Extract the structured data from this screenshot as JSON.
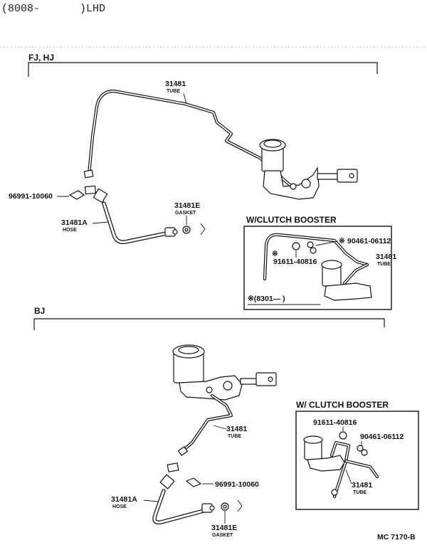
{
  "header": {
    "code": "(8008-",
    "spec": ")LHD"
  },
  "section_fj": {
    "title": "FJ, HJ",
    "tube": {
      "pn": "31481",
      "sub": "TUBE"
    },
    "clip": {
      "pn": "96991-10060"
    },
    "hose": {
      "pn": "31481A",
      "sub": "HOSE"
    },
    "gasket": {
      "pn": "31481E",
      "sub": "GASKET"
    }
  },
  "booster_box_1": {
    "title": "W/CLUTCH BOOSTER",
    "nut": {
      "pn": "90461-06112",
      "mark": "※"
    },
    "washer": {
      "pn": "91611-40816",
      "mark": "※"
    },
    "tube": {
      "pn": "31481",
      "sub": "TUBE"
    },
    "note": "※(8301—     )"
  },
  "section_bj": {
    "title": "BJ",
    "tube": {
      "pn": "31481",
      "sub": "TUBE"
    },
    "clip": {
      "pn": "96991-10060"
    },
    "hose": {
      "pn": "31481A",
      "sub": "HOSE"
    },
    "gasket": {
      "pn": "31481E",
      "sub": "GASKET"
    }
  },
  "booster_box_2": {
    "title": "W/ CLUTCH BOOSTER",
    "washer": {
      "pn": "91611-40816"
    },
    "nut": {
      "pn": "90461-06112"
    },
    "tube": {
      "pn": "31481",
      "sub": "TUBE"
    }
  },
  "footer": {
    "code": "MC 7170-B"
  }
}
